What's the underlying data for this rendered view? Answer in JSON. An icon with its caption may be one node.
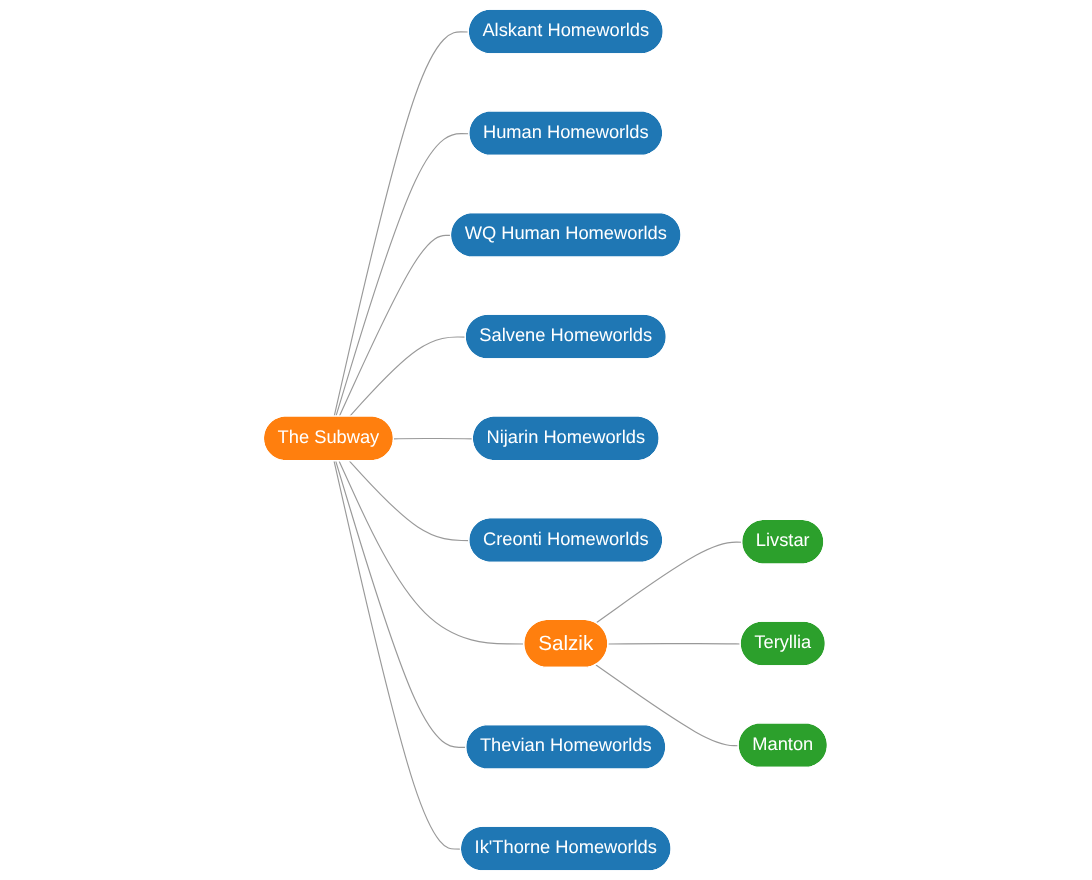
{
  "diagram": {
    "nodes": [
      {
        "text": [
          "Alskant Homeworlds"
        ]
      },
      {
        "text": [
          "Human Homeworlds"
        ]
      },
      {
        "text": [
          "WQ Human Homeworlds"
        ]
      },
      {
        "text": [
          "Salvene Homeworlds"
        ]
      },
      {
        "text": [
          "Nijarin Homeworlds"
        ]
      },
      {
        "text": [
          "The Subway"
        ]
      },
      {
        "text": [
          "Creonti Homeworlds"
        ]
      },
      {
        "text": [
          "Salzik"
        ]
      },
      {
        "text": [
          "Livstar"
        ]
      },
      {
        "text": [
          "Thevian Homeworlds"
        ]
      },
      {
        "text": [
          "Ik'Thorne Homeworlds"
        ]
      },
      {
        "text": [
          "Teryllia"
        ]
      },
      {
        "text": [
          "Manton"
        ]
      }
    ],
    "edges": [
      {
        "from": 5,
        "to": 0,
        "arrow": "none"
      },
      {
        "from": 5,
        "to": 1,
        "arrow": "none"
      },
      {
        "from": 5,
        "to": 2,
        "arrow": "none"
      },
      {
        "from": 5,
        "to": 3,
        "arrow": "none"
      },
      {
        "from": 5,
        "to": 4,
        "arrow": "none"
      },
      {
        "from": 5,
        "to": 6,
        "arrow": "none"
      },
      {
        "from": 5,
        "to": 7,
        "arrow": "none"
      },
      {
        "from": 5,
        "to": 9,
        "arrow": "none"
      },
      {
        "from": 5,
        "to": 10,
        "arrow": "none"
      },
      {
        "from": 7,
        "to": 8,
        "arrow": "none"
      },
      {
        "from": 7,
        "to": 11,
        "arrow": "none"
      },
      {
        "from": 7,
        "to": 12,
        "arrow": "none"
      }
    ]
  }
}
